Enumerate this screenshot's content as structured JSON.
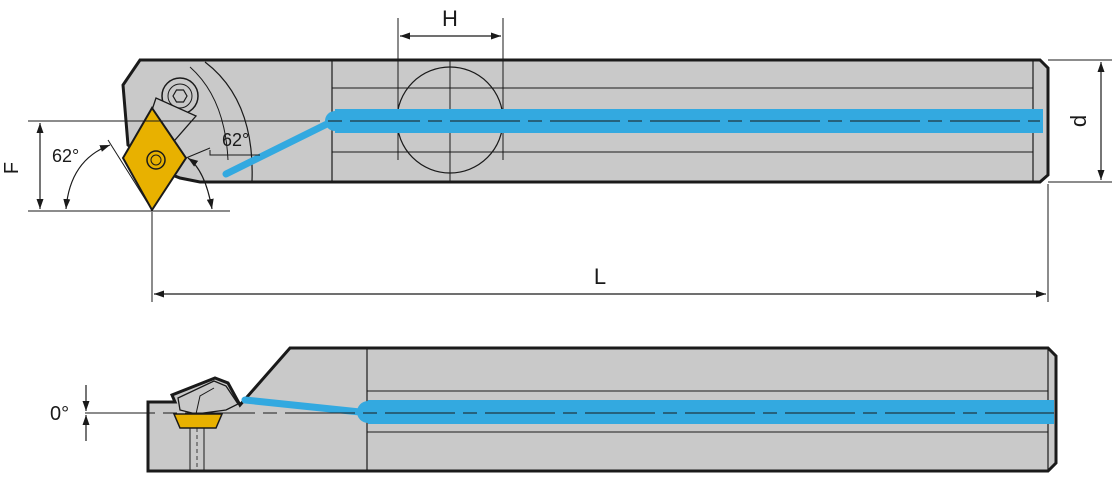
{
  "labels": {
    "H": "H",
    "d": "d",
    "F": "F",
    "L": "L",
    "angle_left": "62°",
    "angle_right": "62°",
    "rake_angle": "0°"
  },
  "colors": {
    "body": "#c9c9c9",
    "outline": "#1a1a1a",
    "coolant": "#33a9e0",
    "insert": "#e8b100",
    "background": "#ffffff"
  }
}
